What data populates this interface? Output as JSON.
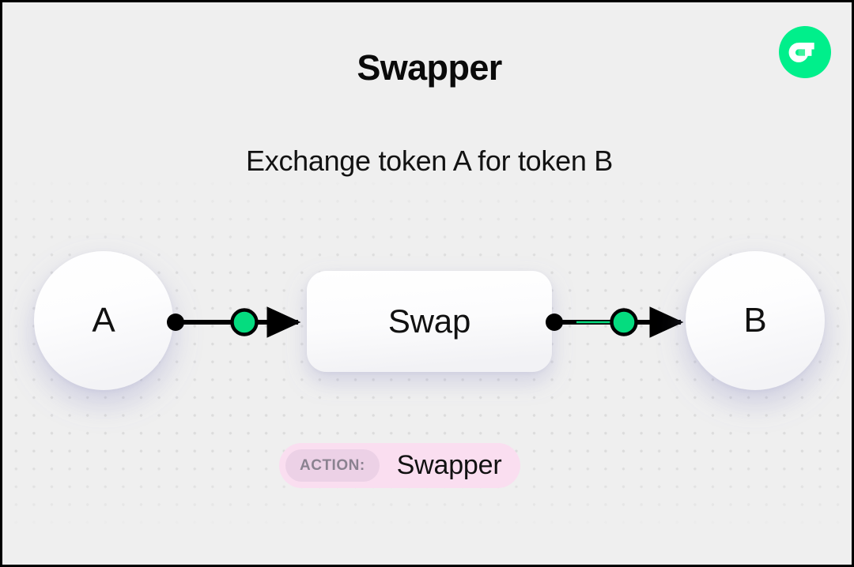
{
  "page": {
    "title": "Swapper",
    "subtitle": "Exchange token A for token B",
    "background_color": "#efefef",
    "dot_color": "#dcdcdc"
  },
  "brand": {
    "logo_name": "flow-logo",
    "logo_color": "#00ef8b",
    "logo_mark_color": "#ffffff",
    "logo_accent_color": "#3ff29e"
  },
  "diagram": {
    "nodes": [
      {
        "id": "token-a",
        "label": "A",
        "shape": "circle",
        "fill": "#ffffff"
      },
      {
        "id": "swap",
        "label": "Swap",
        "shape": "rounded-rect",
        "fill": "#ffffff"
      },
      {
        "id": "token-b",
        "label": "B",
        "shape": "circle",
        "fill": "#ffffff"
      }
    ],
    "edges": [
      {
        "id": "edge-a-to-swap",
        "from": "token-a",
        "to": "swap",
        "marker_color": "#05dc7f",
        "line_color": "#000000"
      },
      {
        "id": "edge-swap-to-b",
        "from": "swap",
        "to": "token-b",
        "marker_color": "#05dc7f",
        "line_color": "#000000"
      }
    ],
    "accent_color": "#05dc7f",
    "line_color": "#000000"
  },
  "action_badge": {
    "key": "ACTION:",
    "value": "Swapper",
    "background_color": "#fadef0",
    "key_background_color": "#ecd1e6",
    "key_text_color": "#8a8290"
  }
}
